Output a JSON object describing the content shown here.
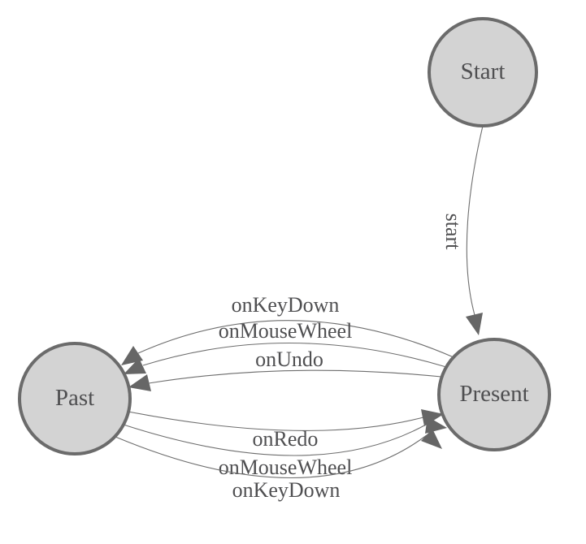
{
  "diagram": {
    "type": "state-machine",
    "background": "#ffffff",
    "colors": {
      "background": "#ffffff",
      "node_fill": "#d3d3d3",
      "node_stroke": "#6b6b6b",
      "edge_line": "#6e6e6e",
      "arrow_fill": "#666666",
      "label_text": "#4f4f51"
    },
    "nodes": [
      {
        "id": "start",
        "label": "Start"
      },
      {
        "id": "present",
        "label": "Present"
      },
      {
        "id": "past",
        "label": "Past"
      }
    ],
    "edges": [
      {
        "from": "start",
        "to": "present",
        "label": "start"
      },
      {
        "from": "present",
        "to": "past",
        "label": "onKeyDown"
      },
      {
        "from": "present",
        "to": "past",
        "label": "onMouseWheel"
      },
      {
        "from": "present",
        "to": "past",
        "label": "onUndo"
      },
      {
        "from": "past",
        "to": "present",
        "label": "onRedo"
      },
      {
        "from": "past",
        "to": "present",
        "label": "onMouseWheel"
      },
      {
        "from": "past",
        "to": "present",
        "label": "onKeyDown"
      }
    ]
  }
}
